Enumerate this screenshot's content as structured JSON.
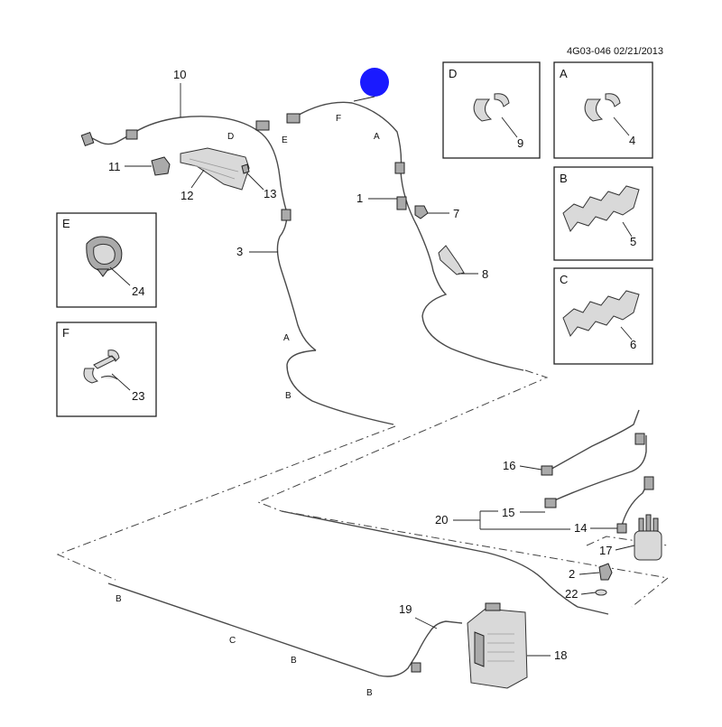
{
  "document_id": "4G03-046 02/21/2013",
  "callouts": {
    "c1": "1",
    "c2": "2",
    "c3": "3",
    "c4": "4",
    "c5": "5",
    "c6": "6",
    "c7": "7",
    "c8": "8",
    "c9": "9",
    "c10": "10",
    "c11": "11",
    "c12": "12",
    "c13": "13",
    "c14": "14",
    "c15": "15",
    "c16": "16",
    "c17": "17",
    "c18": "18",
    "c19": "19",
    "c20": "20",
    "c22": "22",
    "c23": "23",
    "c24": "24"
  },
  "detail_boxes": {
    "A": "A",
    "B": "B",
    "C": "C",
    "D": "D",
    "E": "E",
    "F": "F"
  },
  "section_letters": {
    "D": "D",
    "E": "E",
    "F": "F",
    "A": "A",
    "B": "B",
    "C": "C"
  },
  "marker_color": "#1a1aff"
}
